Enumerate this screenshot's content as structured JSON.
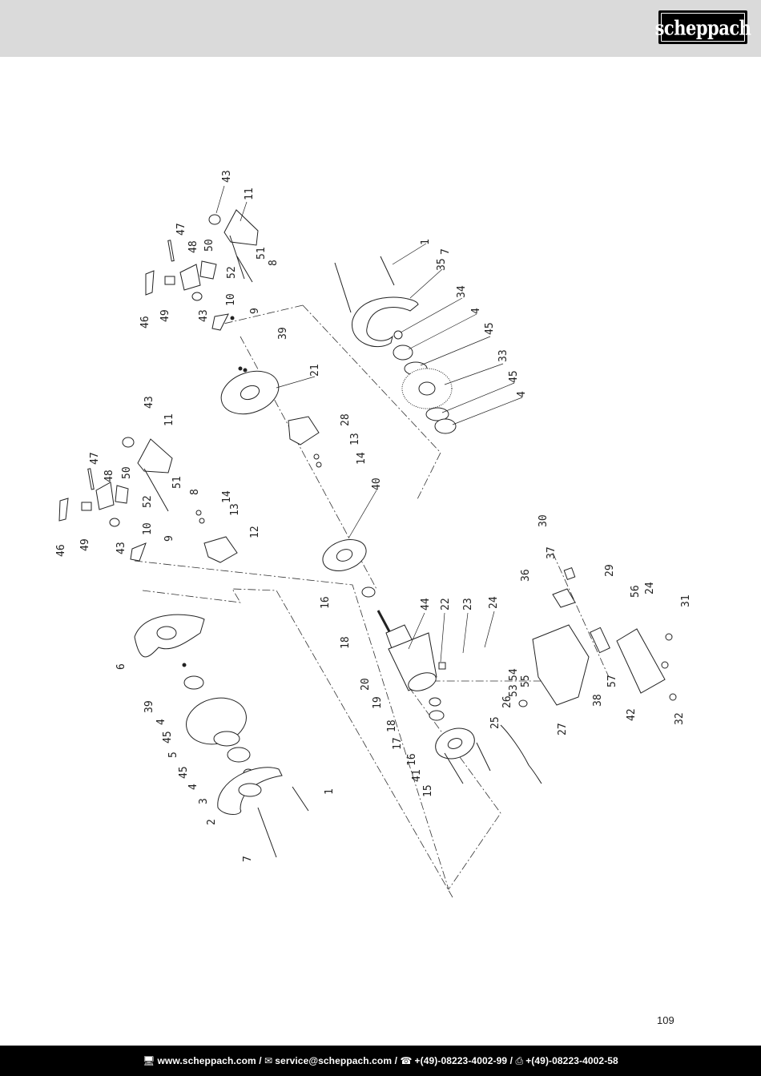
{
  "brand": {
    "logo_text": "scheppach"
  },
  "page": {
    "number": "109"
  },
  "footer": {
    "web": "www.scheppach.com",
    "email": "service@scheppach.com",
    "phone": "+(49)-08223-4002-99",
    "fax": "+(49)-08223-4002-58",
    "separator": " / "
  },
  "diagram": {
    "callouts": [
      {
        "id": "c-43a",
        "text": "43"
      },
      {
        "id": "c-11a",
        "text": "11"
      },
      {
        "id": "c-47a",
        "text": "47"
      },
      {
        "id": "c-48a",
        "text": "48"
      },
      {
        "id": "c-50a",
        "text": "50"
      },
      {
        "id": "c-51a",
        "text": "51"
      },
      {
        "id": "c-8a",
        "text": "8"
      },
      {
        "id": "c-52a",
        "text": "52"
      },
      {
        "id": "c-46a",
        "text": "46"
      },
      {
        "id": "c-49a",
        "text": "49"
      },
      {
        "id": "c-43b",
        "text": "43"
      },
      {
        "id": "c-10a",
        "text": "10"
      },
      {
        "id": "c-9a",
        "text": "9"
      },
      {
        "id": "c-39a",
        "text": "39"
      },
      {
        "id": "c-21",
        "text": "21"
      },
      {
        "id": "c-28",
        "text": "28"
      },
      {
        "id": "c-13a",
        "text": "13"
      },
      {
        "id": "c-14a",
        "text": "14"
      },
      {
        "id": "c-1a",
        "text": "1"
      },
      {
        "id": "c-35",
        "text": "35"
      },
      {
        "id": "c-7a",
        "text": "7"
      },
      {
        "id": "c-34",
        "text": "34"
      },
      {
        "id": "c-4a",
        "text": "4"
      },
      {
        "id": "c-45a",
        "text": "45"
      },
      {
        "id": "c-33",
        "text": "33"
      },
      {
        "id": "c-45b",
        "text": "45"
      },
      {
        "id": "c-4b",
        "text": "4"
      },
      {
        "id": "c-43c",
        "text": "43"
      },
      {
        "id": "c-11b",
        "text": "11"
      },
      {
        "id": "c-47b",
        "text": "47"
      },
      {
        "id": "c-48b",
        "text": "48"
      },
      {
        "id": "c-50b",
        "text": "50"
      },
      {
        "id": "c-51b",
        "text": "51"
      },
      {
        "id": "c-52b",
        "text": "52"
      },
      {
        "id": "c-8b",
        "text": "8"
      },
      {
        "id": "c-14b",
        "text": "14"
      },
      {
        "id": "c-13b",
        "text": "13"
      },
      {
        "id": "c-12",
        "text": "12"
      },
      {
        "id": "c-46b",
        "text": "46"
      },
      {
        "id": "c-49b",
        "text": "49"
      },
      {
        "id": "c-43d",
        "text": "43"
      },
      {
        "id": "c-10b",
        "text": "10"
      },
      {
        "id": "c-9b",
        "text": "9"
      },
      {
        "id": "c-40",
        "text": "40"
      },
      {
        "id": "c-16a",
        "text": "16"
      },
      {
        "id": "c-18a",
        "text": "18"
      },
      {
        "id": "c-6",
        "text": "6"
      },
      {
        "id": "c-44",
        "text": "44"
      },
      {
        "id": "c-22",
        "text": "22"
      },
      {
        "id": "c-23",
        "text": "23"
      },
      {
        "id": "c-24a",
        "text": "24"
      },
      {
        "id": "c-20",
        "text": "20"
      },
      {
        "id": "c-19",
        "text": "19"
      },
      {
        "id": "c-39b",
        "text": "39"
      },
      {
        "id": "c-4c",
        "text": "4"
      },
      {
        "id": "c-45c",
        "text": "45"
      },
      {
        "id": "c-5",
        "text": "5"
      },
      {
        "id": "c-45d",
        "text": "45"
      },
      {
        "id": "c-4d",
        "text": "4"
      },
      {
        "id": "c-3",
        "text": "3"
      },
      {
        "id": "c-2",
        "text": "2"
      },
      {
        "id": "c-1b",
        "text": "1"
      },
      {
        "id": "c-7b",
        "text": "7"
      },
      {
        "id": "c-18b",
        "text": "18"
      },
      {
        "id": "c-17",
        "text": "17"
      },
      {
        "id": "c-16b",
        "text": "16"
      },
      {
        "id": "c-41",
        "text": "41"
      },
      {
        "id": "c-15",
        "text": "15"
      },
      {
        "id": "c-30",
        "text": "30"
      },
      {
        "id": "c-37",
        "text": "37"
      },
      {
        "id": "c-36",
        "text": "36"
      },
      {
        "id": "c-29",
        "text": "29"
      },
      {
        "id": "c-56",
        "text": "56"
      },
      {
        "id": "c-24b",
        "text": "24"
      },
      {
        "id": "c-31",
        "text": "31"
      },
      {
        "id": "c-54",
        "text": "54"
      },
      {
        "id": "c-55",
        "text": "55"
      },
      {
        "id": "c-53",
        "text": "53"
      },
      {
        "id": "c-26",
        "text": "26"
      },
      {
        "id": "c-25",
        "text": "25"
      },
      {
        "id": "c-27",
        "text": "27"
      },
      {
        "id": "c-38",
        "text": "38"
      },
      {
        "id": "c-57",
        "text": "57"
      },
      {
        "id": "c-42",
        "text": "42"
      },
      {
        "id": "c-32",
        "text": "32"
      }
    ]
  }
}
